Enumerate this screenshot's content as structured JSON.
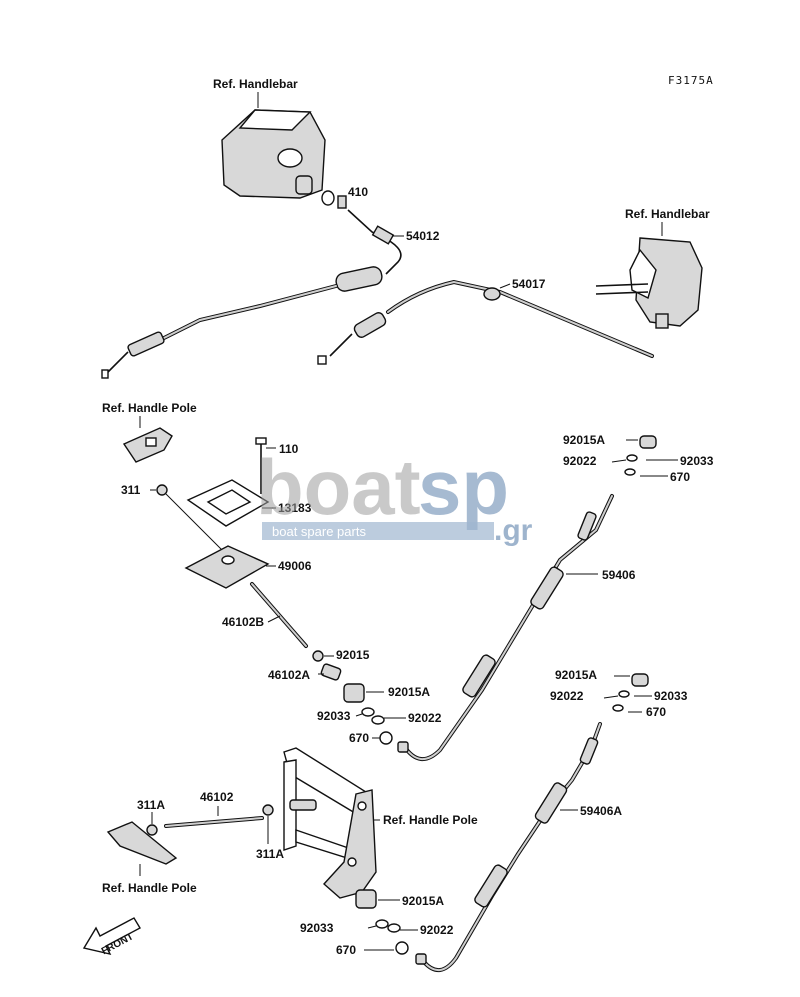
{
  "code": "F3175A",
  "refs": {
    "handlebar_left": "Ref. Handlebar",
    "handlebar_right": "Ref. Handlebar",
    "handle_pole_top": "Ref. Handle Pole",
    "handle_pole_mid": "Ref. Handle Pole",
    "handle_pole_bottom": "Ref. Handle Pole"
  },
  "parts": {
    "p410": "410",
    "p54012": "54012",
    "p54017": "54017",
    "p110": "110",
    "p311": "311",
    "p13183": "13183",
    "p49006": "49006",
    "p46102B": "46102B",
    "p92015": "92015",
    "p46102A": "46102A",
    "p92015A_a": "92015A",
    "p92033_a": "92033",
    "p92022_a": "92022",
    "p670_a": "670",
    "p92015A_b": "92015A",
    "p92022_b": "92022",
    "p92033_b": "92033",
    "p670_b": "670",
    "p59406": "59406",
    "p92015A_c": "92015A",
    "p92022_c": "92022",
    "p92033_c": "92033",
    "p670_c": "670",
    "p59406A": "59406A",
    "p311A_a": "311A",
    "p46102": "46102",
    "p311A_b": "311A",
    "p92015A_d": "92015A",
    "p92033_d": "92033",
    "p92022_d": "92022",
    "p670_d": "670"
  },
  "front_label": "FRONT",
  "watermark": {
    "brand_a": "boat",
    "brand_b": "sp",
    "tld": ".gr",
    "tagline": "boat spare parts"
  },
  "icons": [
    "front-arrow-icon"
  ]
}
